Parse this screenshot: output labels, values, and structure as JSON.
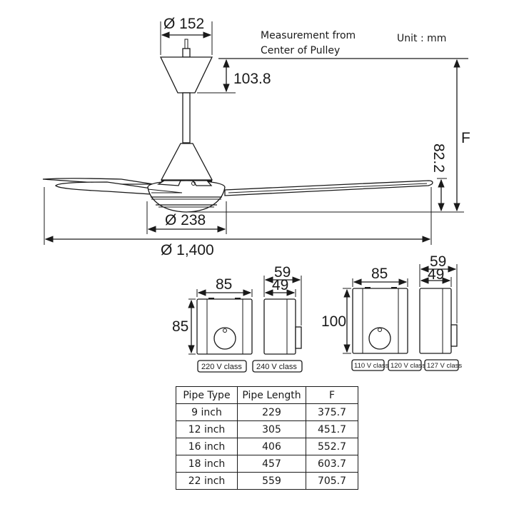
{
  "header": {
    "note_line1": "Measurement from",
    "note_line2": "Center of Pulley",
    "unit": "Unit : mm"
  },
  "fan_dimensions": {
    "canopy_diameter": "Ø 152",
    "canopy_height": "103.8",
    "motor_diameter": "Ø 238",
    "sweep_diameter": "Ø 1,400",
    "blade_to_bottom": "82.2",
    "overall_height_label": "F"
  },
  "regulators": {
    "group_a": {
      "front_width": "85",
      "front_height": "85",
      "side_total_depth": "59",
      "side_body_depth": "49",
      "labels": [
        "220 V class",
        "240 V class"
      ]
    },
    "group_b": {
      "front_width": "85",
      "front_height": "100",
      "side_total_depth": "59",
      "side_body_depth": "49",
      "labels": [
        "110 V class",
        "120 V class",
        "127 V class"
      ]
    }
  },
  "pipe_table": {
    "headers": [
      "Pipe Type",
      "Pipe Length",
      "F"
    ],
    "rows": [
      [
        "9 inch",
        "229",
        "375.7"
      ],
      [
        "12 inch",
        "305",
        "451.7"
      ],
      [
        "16 inch",
        "406",
        "552.7"
      ],
      [
        "18 inch",
        "457",
        "603.7"
      ],
      [
        "22 inch",
        "559",
        "705.7"
      ]
    ]
  }
}
